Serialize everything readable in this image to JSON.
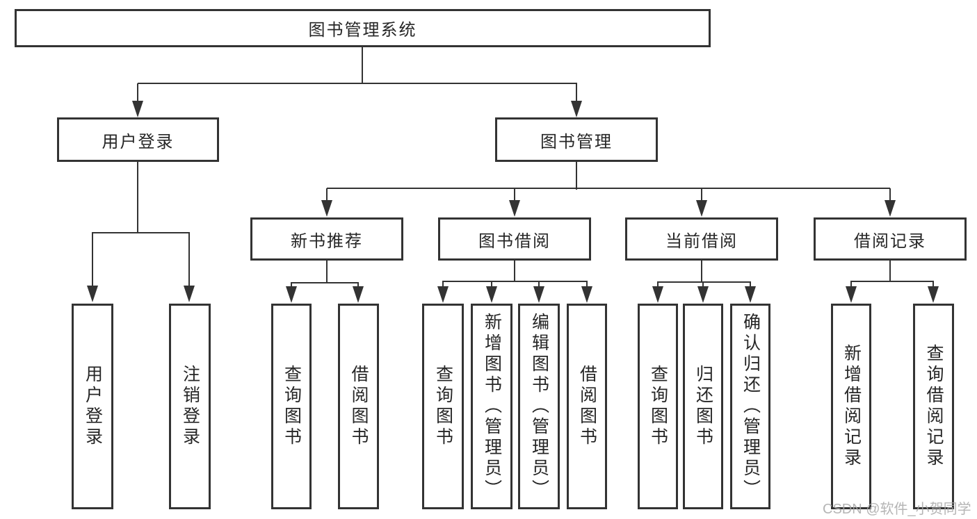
{
  "diagram_title": "图书管理系统",
  "watermark": "CSDN @软件_小贺同学",
  "colors": {
    "line": "#333333",
    "text": "#262626",
    "background": "#ffffff",
    "watermark": "#a8a8a8"
  },
  "nodes": {
    "root": {
      "label": "图书管理系统"
    },
    "user_login": {
      "label": "用户登录"
    },
    "book_mgmt": {
      "label": "图书管理"
    },
    "new_book_rec": {
      "label": "新书推荐"
    },
    "book_borrow": {
      "label": "图书借阅"
    },
    "current_borrow": {
      "label": "当前借阅"
    },
    "borrow_records": {
      "label": "借阅记录"
    },
    "leaf_user_login": {
      "label": "用户登录"
    },
    "leaf_logout": {
      "label": "注销登录"
    },
    "leaf_nbr_query": {
      "label": "查询图书"
    },
    "leaf_nbr_borrow": {
      "label": "借阅图书"
    },
    "leaf_bb_query": {
      "label": "查询图书"
    },
    "leaf_bb_add": {
      "label": "新增图书（管理员）"
    },
    "leaf_bb_edit": {
      "label": "编辑图书（管理员）"
    },
    "leaf_bb_borrow": {
      "label": "借阅图书"
    },
    "leaf_cb_query": {
      "label": "查询图书"
    },
    "leaf_cb_return": {
      "label": "归还图书"
    },
    "leaf_cb_confirm": {
      "label": "确认归还（管理员）"
    },
    "leaf_br_add": {
      "label": "新增借阅记录"
    },
    "leaf_br_query": {
      "label": "查询借阅记录"
    }
  },
  "hierarchy": [
    {
      "parent": "图书管理系统",
      "children": [
        "用户登录",
        "图书管理"
      ]
    },
    {
      "parent": "用户登录",
      "children": [
        "用户登录",
        "注销登录"
      ]
    },
    {
      "parent": "图书管理",
      "children": [
        "新书推荐",
        "图书借阅",
        "当前借阅",
        "借阅记录"
      ]
    },
    {
      "parent": "新书推荐",
      "children": [
        "查询图书",
        "借阅图书"
      ]
    },
    {
      "parent": "图书借阅",
      "children": [
        "查询图书",
        "新增图书（管理员）",
        "编辑图书（管理员）",
        "借阅图书"
      ]
    },
    {
      "parent": "当前借阅",
      "children": [
        "查询图书",
        "归还图书",
        "确认归还（管理员）"
      ]
    },
    {
      "parent": "借阅记录",
      "children": [
        "新增借阅记录",
        "查询借阅记录"
      ]
    }
  ]
}
